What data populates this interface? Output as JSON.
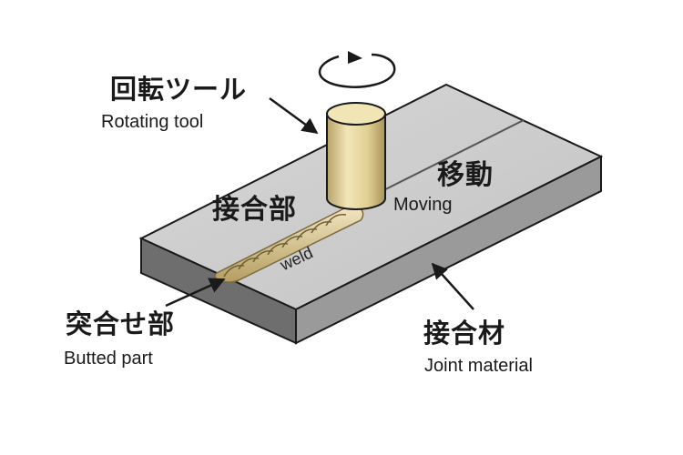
{
  "labels": {
    "rotating_tool": {
      "jp": "回転ツール",
      "en": "Rotating tool"
    },
    "weld": {
      "jp": "接合部",
      "en": "weld"
    },
    "moving": {
      "jp": "移動",
      "en": "Moving"
    },
    "butted_part": {
      "jp": "突合せ部",
      "en": "Butted part"
    },
    "joint_material": {
      "jp": "接合材",
      "en": "Joint material"
    }
  },
  "colors": {
    "plate_top": "#cfcfcf",
    "plate_front": "#6e6e6e",
    "plate_side": "#9a9a9a",
    "tool": "#e6d69a",
    "weld_bead": "#dcc998",
    "outline": "#1a1a1a"
  },
  "icons": {
    "rotation": "circular-arrow-icon"
  }
}
